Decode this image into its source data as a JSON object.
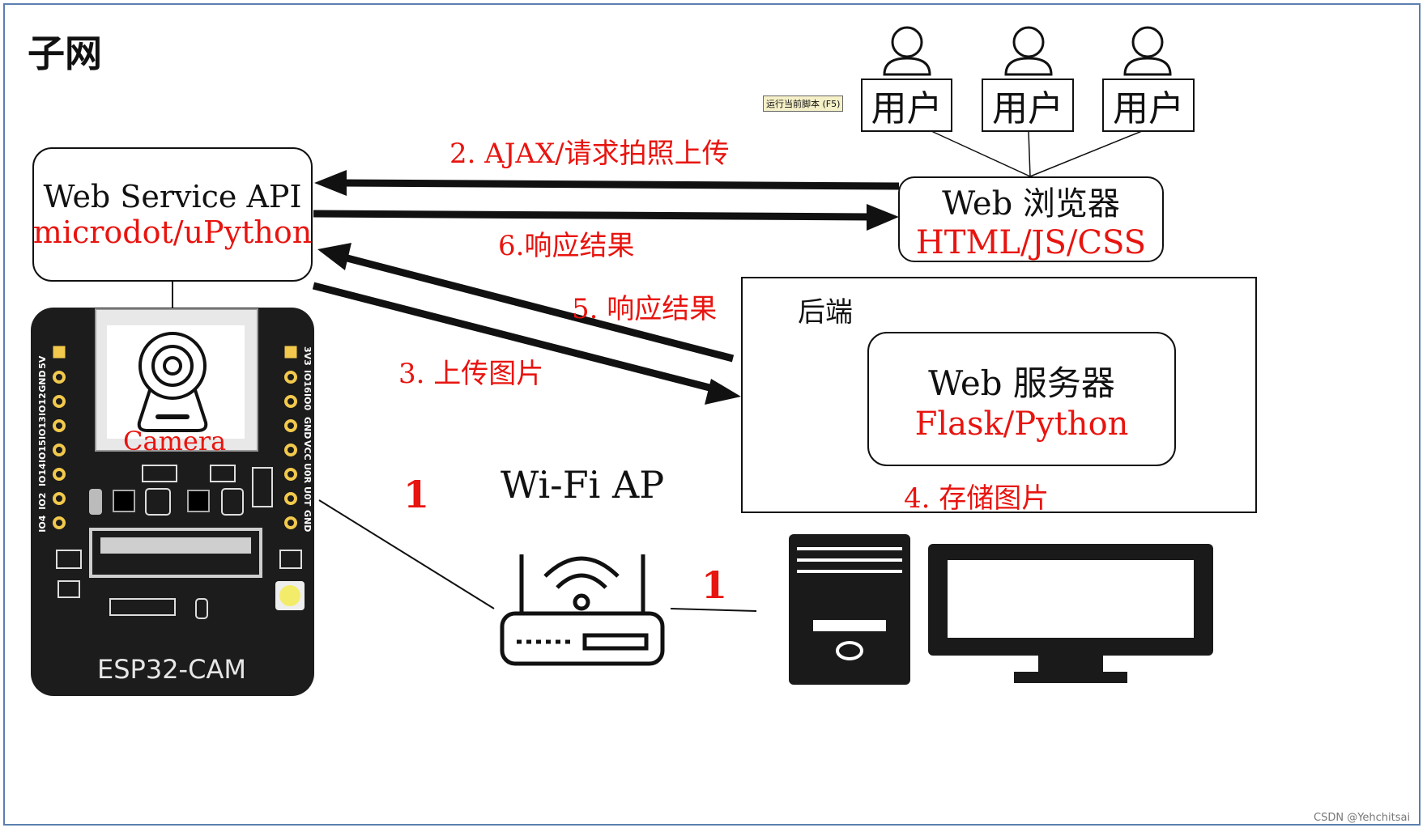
{
  "subnet_title": "子网",
  "tooltip": "运行当前脚本 (F5)",
  "users": [
    {
      "label": "用户"
    },
    {
      "label": "用户"
    },
    {
      "label": "用户"
    }
  ],
  "browser": {
    "title": "Web 浏览器",
    "tech": "HTML/JS/CSS"
  },
  "api": {
    "title": "Web Service API",
    "tech": "microdot/uPython"
  },
  "backend": {
    "label": "后端"
  },
  "server": {
    "title": "Web 服务器",
    "tech": "Flask/Python"
  },
  "arrows": {
    "ajax": "2. AJAX/请求拍照上传",
    "resp6": "6.响应结果",
    "resp5": "5. 响应结果",
    "upload3": "3. 上传图片",
    "store4": "4. 存储图片"
  },
  "camera_label": "Camera",
  "board_label": "ESP32-CAM",
  "wifi_label": "Wi-Fi AP",
  "link_labels": [
    "1",
    "1"
  ],
  "pins_left": [
    "5V",
    "GND",
    "IO12",
    "IO13",
    "IO15",
    "IO14",
    "IO2",
    "IO4"
  ],
  "pins_right": [
    "3V3",
    "IO16",
    "IO0",
    "GND",
    "VCC",
    "U0R",
    "U0T",
    "GND"
  ],
  "watermark": "CSDN @Yehchitsai",
  "colors": {
    "accent": "#e8140f",
    "board": "#1c1c1c",
    "frame": "#5b7fb0"
  }
}
